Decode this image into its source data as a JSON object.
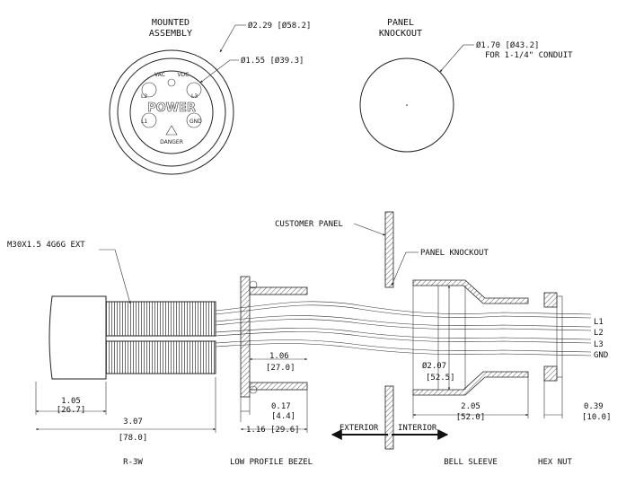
{
  "top": {
    "mounted_assembly": [
      "MOUNTED",
      "ASSEMBLY"
    ],
    "panel_knockout": [
      "PANEL",
      "KNOCKOUT"
    ],
    "dia_outer": "Ø2.29 [Ø58.2]",
    "dia_inner": "Ø1.55 [Ø39.3]",
    "dia_knockout": "Ø1.70 [Ø43.2]",
    "for_conduit": "FOR 1-1/4\" CONDUIT",
    "face": {
      "vac": "VAC",
      "vdc": "VDC",
      "power": "POWER",
      "danger": "DANGER",
      "l2": "L2",
      "l3": "L3",
      "l1": "L1",
      "gnd": "GND"
    }
  },
  "callouts": {
    "thread": "M30X1.5 4G6G EXT",
    "customer_panel": "CUSTOMER PANEL",
    "panel_knockout": "PANEL KNOCKOUT"
  },
  "wires": [
    "L1",
    "L2",
    "L3",
    "GND"
  ],
  "dims": {
    "d105": "1.05",
    "d105m": "[26.7]",
    "d307": "3.07",
    "d307m": "[78.0]",
    "d106": "1.06",
    "d106m": "[27.0]",
    "d017": "0.17",
    "d017m": "[4.4]",
    "d116": "1.16 [29.6]",
    "d207": "Ø2.07",
    "d207m": "[52.5]",
    "d205": "2.05",
    "d205m": "[52.0]",
    "d039": "0.39",
    "d039m": "[10.0]"
  },
  "arrows": {
    "exterior": "EXTERIOR",
    "interior": "INTERIOR"
  },
  "bottom_labels": {
    "r3w": "R-3W",
    "bezel": "LOW PROFILE BEZEL",
    "sleeve": "BELL SLEEVE",
    "hexnut": "HEX NUT"
  }
}
